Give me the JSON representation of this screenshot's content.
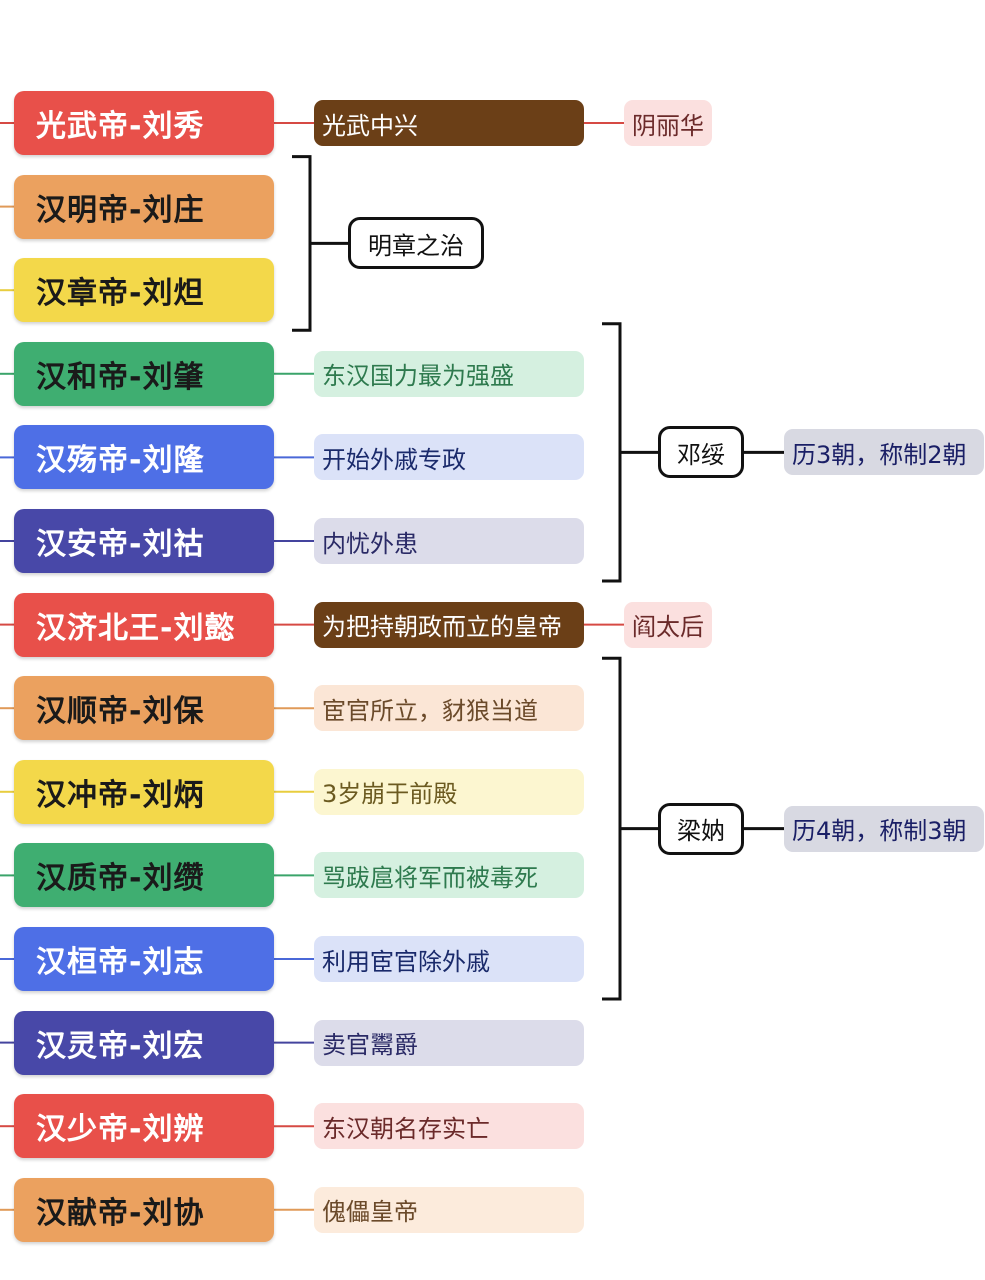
{
  "emperors": [
    {
      "name": "光武帝-刘秀",
      "bg": "#e8504a",
      "fg": "#ffffff",
      "line": "#d64a44"
    },
    {
      "name": "汉明帝-刘庄",
      "bg": "#eba15f",
      "fg": "#1a1a1a",
      "line": "#e09a58"
    },
    {
      "name": "汉章帝-刘炟",
      "bg": "#f3d84a",
      "fg": "#1a1a1a",
      "line": "#e8cd3f"
    },
    {
      "name": "汉和帝-刘肇",
      "bg": "#3fae71",
      "fg": "#1a1a1a",
      "line": "#3aa46a"
    },
    {
      "name": "汉殇帝-刘隆",
      "bg": "#4e6fe6",
      "fg": "#ffffff",
      "line": "#4a68d8"
    },
    {
      "name": "汉安帝-刘祜",
      "bg": "#4848a8",
      "fg": "#ffffff",
      "line": "#44449e"
    },
    {
      "name": "汉济北王-刘懿",
      "bg": "#e8504a",
      "fg": "#ffffff",
      "line": "#d64a44"
    },
    {
      "name": "汉顺帝-刘保",
      "bg": "#eba15f",
      "fg": "#1a1a1a",
      "line": "#e09a58"
    },
    {
      "name": "汉冲帝-刘炳",
      "bg": "#f3d84a",
      "fg": "#1a1a1a",
      "line": "#e8cd3f"
    },
    {
      "name": "汉质帝-刘缵",
      "bg": "#3fae71",
      "fg": "#1a1a1a",
      "line": "#3aa46a"
    },
    {
      "name": "汉桓帝-刘志",
      "bg": "#4e6fe6",
      "fg": "#ffffff",
      "line": "#4a68d8"
    },
    {
      "name": "汉灵帝-刘宏",
      "bg": "#4848a8",
      "fg": "#ffffff",
      "line": "#44449e"
    },
    {
      "name": "汉少帝-刘辨",
      "bg": "#e8504a",
      "fg": "#ffffff",
      "line": "#d64a44"
    },
    {
      "name": "汉献帝-刘协",
      "bg": "#eba15f",
      "fg": "#1a1a1a",
      "line": "#e09a58"
    }
  ],
  "notes": [
    {
      "emperor": 0,
      "text": "光武中兴",
      "bg": "#6b3f17",
      "fg": "#ffffff"
    },
    {
      "emperor": 3,
      "text": "东汉国力最为强盛",
      "bg": "#d5f0e0",
      "fg": "#2e7a4e"
    },
    {
      "emperor": 4,
      "text": "开始外戚专政",
      "bg": "#dbe2f8",
      "fg": "#1a2a6b"
    },
    {
      "emperor": 5,
      "text": "内忧外患",
      "bg": "#dcdcea",
      "fg": "#2a2a66"
    },
    {
      "emperor": 6,
      "text": "为把持朝政而立的皇帝",
      "bg": "#6b3f17",
      "fg": "#ffffff"
    },
    {
      "emperor": 7,
      "text": "宦官所立，豺狼当道",
      "bg": "#fbe6d6",
      "fg": "#6b4a2a"
    },
    {
      "emperor": 8,
      "text": "3岁崩于前殿",
      "bg": "#fcf6d0",
      "fg": "#6b5a20"
    },
    {
      "emperor": 9,
      "text": "骂跋扈将军而被毒死",
      "bg": "#d5f0e0",
      "fg": "#2e7a4e"
    },
    {
      "emperor": 10,
      "text": "利用宦官除外戚",
      "bg": "#dbe2f8",
      "fg": "#1a2a6b"
    },
    {
      "emperor": 11,
      "text": "卖官鬻爵",
      "bg": "#dcdcea",
      "fg": "#2a2a66"
    },
    {
      "emperor": 12,
      "text": "东汉朝名存实亡",
      "bg": "#fbe0df",
      "fg": "#6b2a2a"
    },
    {
      "emperor": 13,
      "text": "傀儡皇帝",
      "bg": "#fcebdc",
      "fg": "#6b4a2a"
    }
  ],
  "side_notes": [
    {
      "emperor": 0,
      "text": "阴丽华",
      "bg": "#fbe0df",
      "fg": "#6b2a2a"
    },
    {
      "emperor": 6,
      "text": "阎太后",
      "bg": "#fbe0df",
      "fg": "#6b2a2a"
    }
  ],
  "groups": [
    {
      "from": 1,
      "to": 2,
      "label": "明章之治"
    },
    {
      "from": 3,
      "to": 5,
      "label": "邓绥",
      "summary": "历3朝，称制2朝"
    },
    {
      "from": 7,
      "to": 10,
      "label": "梁妠",
      "summary": "历4朝，称制3朝"
    }
  ]
}
